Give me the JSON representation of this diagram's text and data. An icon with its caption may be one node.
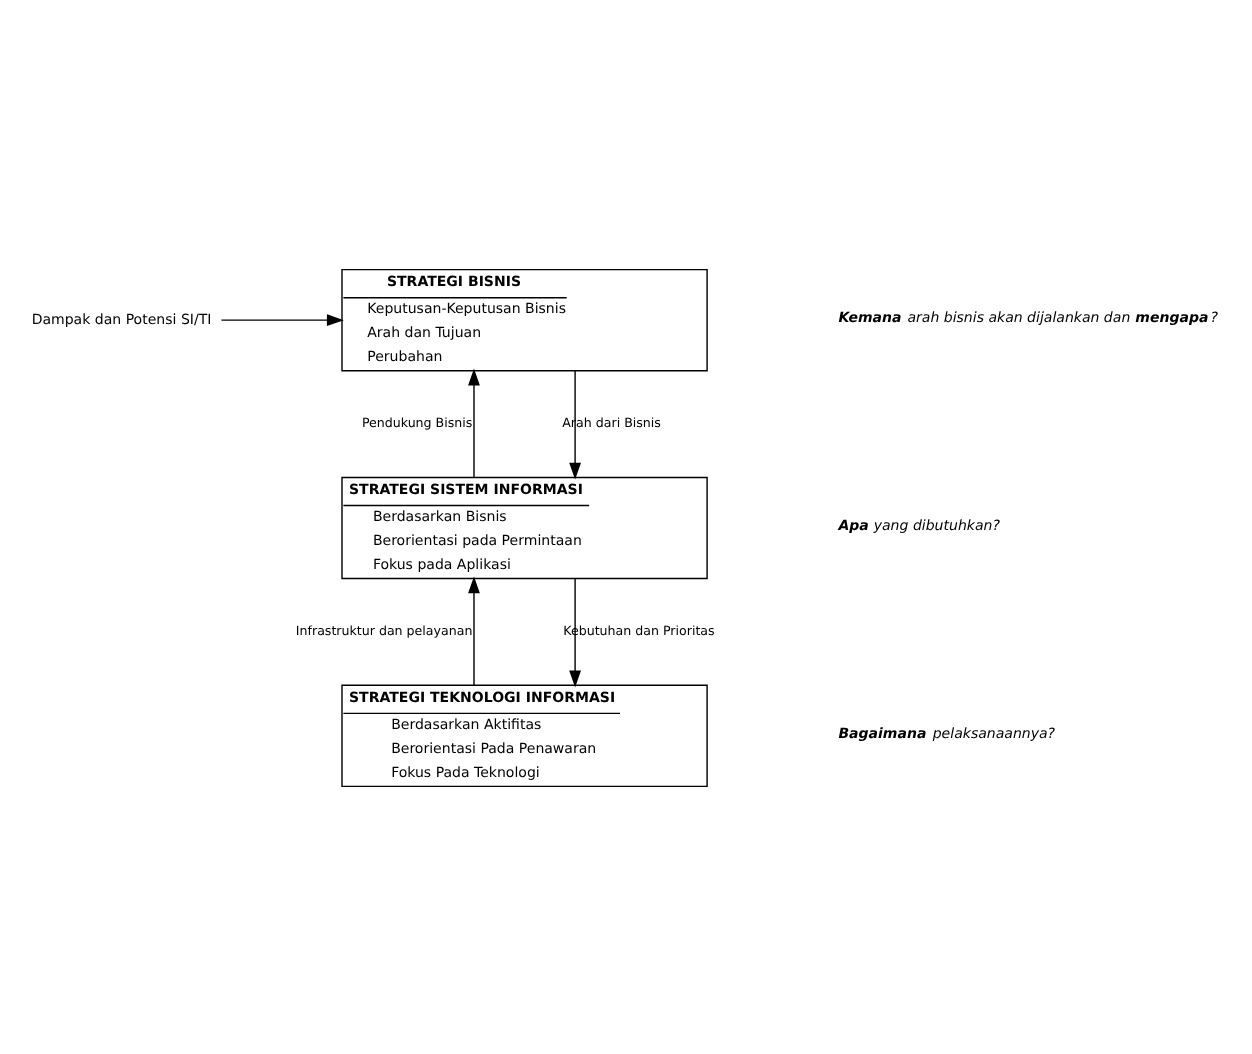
{
  "diagram": {
    "nodes": [
      {
        "text": [
          "Dampak dan Potensi SI/TI"
        ]
      },
      {
        "text": [
          "STRATEGI BISNIS",
          "Keputusan-Keputusan Bisnis",
          "Arah dan Tujuan",
          "Perubahan"
        ]
      },
      {
        "text": [
          "STRATEGI SISTEM INFORMASI",
          "Berdasarkan Bisnis",
          "Berorientasi pada Permintaan",
          "Fokus pada Aplikasi"
        ]
      },
      {
        "text": [
          "STRATEGI TEKNOLOGI INFORMASI",
          "Berdasarkan Aktifitas",
          "Berorientasi Pada Penawaran",
          "Fokus Pada Teknologi"
        ]
      }
    ],
    "edges": [
      {
        "from": 0,
        "to": 1,
        "arrow": "to"
      },
      {
        "from": 2,
        "to": 1,
        "arrow": "to",
        "label": "Pendukung Bisnis"
      },
      {
        "from": 1,
        "to": 2,
        "arrow": "to",
        "label": "Arah dari Bisnis"
      },
      {
        "from": 3,
        "to": 2,
        "arrow": "to",
        "label": "Infrastruktur dan pelayanan"
      },
      {
        "from": 2,
        "to": 3,
        "arrow": "to",
        "label": "Kebutuhan dan Prioritas"
      }
    ],
    "labels": [
      "**Kemana** arah bisnis akan dijalankan dan **mengapa**?",
      "**Apa** yang dibutuhkan?",
      "**Bagaimana** pelaksanaannya?"
    ]
  }
}
